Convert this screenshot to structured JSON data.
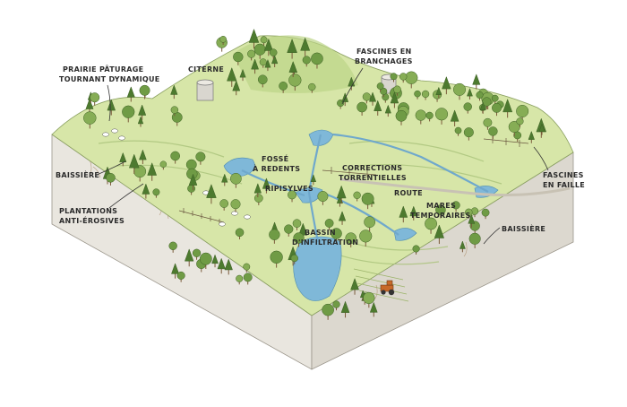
{
  "labels": {
    "prairie": [
      "PRAIRIE PÂTURAGE",
      "TOURNANT DYNAMIQUE"
    ],
    "citerne": "CITERNE",
    "fascines_branchages": [
      "FASCINES EN",
      "BRANCHAGES"
    ],
    "baissiere_left": "BAISSIÈRE",
    "plantations": [
      "PLANTATIONS",
      "ANTI-ÉROSIVES"
    ],
    "fosse": [
      "FOSSÉ",
      "À REDENTS"
    ],
    "corrections": [
      "CORRECTIONS",
      "TORRENTIELLES"
    ],
    "ripisylves": "RIPISYLVES",
    "route": "ROUTE",
    "fascines_faille": [
      "FASCINES",
      "EN FAILLE"
    ],
    "mares": [
      "MARES",
      "TEMPORAIRES"
    ],
    "bassin": [
      "BASSIN",
      "D'INFILTRATION"
    ],
    "baissiere_right": "BAISSIÈRE"
  },
  "colors": {
    "grass": "#d7e6a8",
    "grass_dark": "#bcd488",
    "soil_front": "#e9e6df",
    "soil_side": "#dcd8cf",
    "water": "#7fb8d8",
    "tree": "#6f9b45",
    "tree_dark": "#4d7a2f",
    "trunk": "#7a5a3a",
    "tractor": "#c86a2a"
  }
}
